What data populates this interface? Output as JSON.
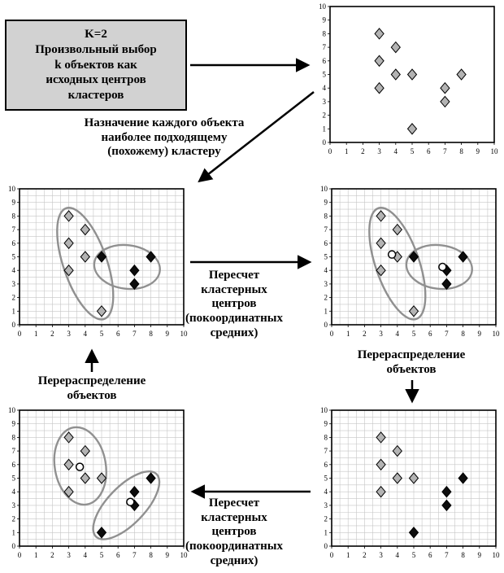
{
  "flow": {
    "start_box": "K=2\nПроизвольный выбор\nk объектов как\nисходных центров\nкластеров",
    "assign_label": "Назначение каждого объекта\nнаиболее подходящему\n(похожему) кластеру",
    "recalc_label_1": "Пересчет\nкластерных\nцентров\n(покоординатных\nсредних)",
    "redistribute_label_right": "Перераспределение\nобъектов",
    "redistribute_label_left": "Перераспределение\nобъектов",
    "recalc_label_2": "Пересчет\nкластерных\nцентров\n(покоординатных\nсредних)"
  },
  "axes": {
    "xticks": [
      "0",
      "1",
      "2",
      "3",
      "4",
      "5",
      "6",
      "7",
      "8",
      "9",
      "10"
    ],
    "yticks": [
      "0",
      "1",
      "2",
      "3",
      "4",
      "5",
      "6",
      "7",
      "8",
      "9",
      "10"
    ]
  },
  "colors": {
    "point_gray": "#b3b3b3",
    "point_black": "#0d0d0d",
    "blob_stroke": "#909090",
    "grid": "#c6c6c6",
    "box_bg": "#d2d2d2"
  },
  "chart_data": [
    {
      "id": "step1-initial",
      "type": "scatter",
      "xlim": [
        0,
        10
      ],
      "ylim": [
        0,
        10
      ],
      "grid": false,
      "points": [
        {
          "x": 3,
          "y": 8,
          "cluster": "gray"
        },
        {
          "x": 4,
          "y": 7,
          "cluster": "gray"
        },
        {
          "x": 3,
          "y": 6,
          "cluster": "gray"
        },
        {
          "x": 4,
          "y": 5,
          "cluster": "gray"
        },
        {
          "x": 5,
          "y": 5,
          "cluster": "gray"
        },
        {
          "x": 3,
          "y": 4,
          "cluster": "gray"
        },
        {
          "x": 8,
          "y": 5,
          "cluster": "gray"
        },
        {
          "x": 7,
          "y": 4,
          "cluster": "gray"
        },
        {
          "x": 7,
          "y": 3,
          "cluster": "gray"
        },
        {
          "x": 5,
          "y": 1,
          "cluster": "gray"
        }
      ],
      "centers": [],
      "blobs": []
    },
    {
      "id": "step2-assigned",
      "type": "scatter",
      "xlim": [
        0,
        10
      ],
      "ylim": [
        0,
        10
      ],
      "grid": true,
      "points": [
        {
          "x": 3,
          "y": 8,
          "cluster": "gray"
        },
        {
          "x": 4,
          "y": 7,
          "cluster": "gray"
        },
        {
          "x": 3,
          "y": 6,
          "cluster": "gray"
        },
        {
          "x": 4,
          "y": 5,
          "cluster": "gray"
        },
        {
          "x": 3,
          "y": 4,
          "cluster": "gray"
        },
        {
          "x": 5,
          "y": 1,
          "cluster": "gray"
        },
        {
          "x": 5,
          "y": 5,
          "cluster": "black"
        },
        {
          "x": 8,
          "y": 5,
          "cluster": "black"
        },
        {
          "x": 7,
          "y": 4,
          "cluster": "black"
        },
        {
          "x": 7,
          "y": 3,
          "cluster": "black"
        }
      ],
      "centers": [],
      "blobs": [
        {
          "cx": 4.0,
          "cy": 4.5,
          "rx": 1.45,
          "ry": 3.9,
          "rot": -19
        },
        {
          "cx": 6.55,
          "cy": 4.25,
          "rx": 2.2,
          "ry": 1.45,
          "rot": 7
        }
      ]
    },
    {
      "id": "step3-centers",
      "type": "scatter",
      "xlim": [
        0,
        10
      ],
      "ylim": [
        0,
        10
      ],
      "grid": true,
      "points": [
        {
          "x": 3,
          "y": 8,
          "cluster": "gray"
        },
        {
          "x": 4,
          "y": 7,
          "cluster": "gray"
        },
        {
          "x": 3,
          "y": 6,
          "cluster": "gray"
        },
        {
          "x": 4,
          "y": 5,
          "cluster": "gray"
        },
        {
          "x": 3,
          "y": 4,
          "cluster": "gray"
        },
        {
          "x": 5,
          "y": 1,
          "cluster": "gray"
        },
        {
          "x": 5,
          "y": 5,
          "cluster": "black"
        },
        {
          "x": 8,
          "y": 5,
          "cluster": "black"
        },
        {
          "x": 7,
          "y": 4,
          "cluster": "black"
        },
        {
          "x": 7,
          "y": 3,
          "cluster": "black"
        }
      ],
      "centers": [
        {
          "x": 3.67,
          "y": 5.17
        },
        {
          "x": 6.75,
          "y": 4.25
        }
      ],
      "blobs": [
        {
          "cx": 4.0,
          "cy": 4.5,
          "rx": 1.45,
          "ry": 3.9,
          "rot": -19
        },
        {
          "cx": 6.55,
          "cy": 4.25,
          "rx": 2.2,
          "ry": 1.45,
          "rot": 7
        }
      ]
    },
    {
      "id": "step4-redistributed",
      "type": "scatter",
      "xlim": [
        0,
        10
      ],
      "ylim": [
        0,
        10
      ],
      "grid": true,
      "points": [
        {
          "x": 3,
          "y": 8,
          "cluster": "gray"
        },
        {
          "x": 4,
          "y": 7,
          "cluster": "gray"
        },
        {
          "x": 3,
          "y": 6,
          "cluster": "gray"
        },
        {
          "x": 4,
          "y": 5,
          "cluster": "gray"
        },
        {
          "x": 5,
          "y": 5,
          "cluster": "gray"
        },
        {
          "x": 3,
          "y": 4,
          "cluster": "gray"
        },
        {
          "x": 8,
          "y": 5,
          "cluster": "black"
        },
        {
          "x": 7,
          "y": 4,
          "cluster": "black"
        },
        {
          "x": 7,
          "y": 3,
          "cluster": "black"
        },
        {
          "x": 5,
          "y": 1,
          "cluster": "black"
        }
      ],
      "centers": [],
      "blobs": []
    },
    {
      "id": "step5-final",
      "type": "scatter",
      "xlim": [
        0,
        10
      ],
      "ylim": [
        0,
        10
      ],
      "grid": true,
      "points": [
        {
          "x": 3,
          "y": 8,
          "cluster": "gray"
        },
        {
          "x": 4,
          "y": 7,
          "cluster": "gray"
        },
        {
          "x": 3,
          "y": 6,
          "cluster": "gray"
        },
        {
          "x": 4,
          "y": 5,
          "cluster": "gray"
        },
        {
          "x": 5,
          "y": 5,
          "cluster": "gray"
        },
        {
          "x": 3,
          "y": 4,
          "cluster": "gray"
        },
        {
          "x": 8,
          "y": 5,
          "cluster": "black"
        },
        {
          "x": 7,
          "y": 4,
          "cluster": "black"
        },
        {
          "x": 7,
          "y": 3,
          "cluster": "black"
        },
        {
          "x": 5,
          "y": 1,
          "cluster": "black"
        }
      ],
      "centers": [
        {
          "x": 3.67,
          "y": 5.83
        },
        {
          "x": 6.75,
          "y": 3.25
        }
      ],
      "blobs": [
        {
          "cx": 3.7,
          "cy": 5.9,
          "rx": 1.7,
          "ry": 2.6,
          "rot": -10
        },
        {
          "cx": 6.5,
          "cy": 3.0,
          "rx": 2.9,
          "ry": 1.25,
          "rot": -46
        }
      ]
    }
  ]
}
